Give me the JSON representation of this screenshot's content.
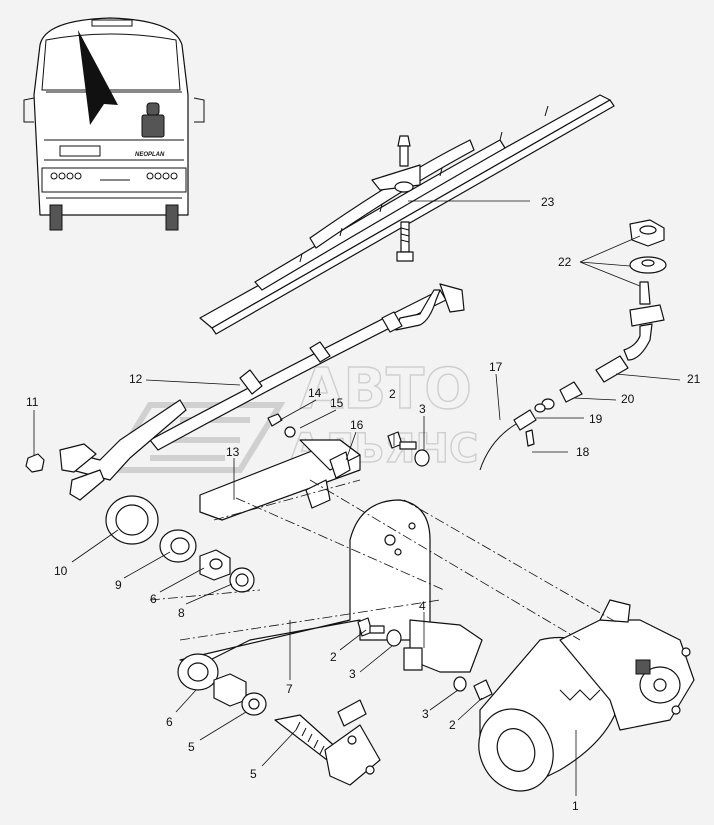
{
  "watermark": {
    "line1": "АВТО",
    "line2": "АЛЬЯНС"
  },
  "bus_logo": "NEOPLAN",
  "labels": [
    {
      "id": "23",
      "text": "23"
    },
    {
      "id": "22",
      "text": "22"
    },
    {
      "id": "21",
      "text": "21"
    },
    {
      "id": "20",
      "text": "20"
    },
    {
      "id": "19",
      "text": "19"
    },
    {
      "id": "18",
      "text": "18"
    },
    {
      "id": "17",
      "text": "17"
    },
    {
      "id": "16",
      "text": "16"
    },
    {
      "id": "15",
      "text": "15"
    },
    {
      "id": "14",
      "text": "14"
    },
    {
      "id": "13",
      "text": "13"
    },
    {
      "id": "12",
      "text": "12"
    },
    {
      "id": "11",
      "text": "11"
    },
    {
      "id": "10",
      "text": "10"
    },
    {
      "id": "9",
      "text": "9"
    },
    {
      "id": "8",
      "text": "8"
    },
    {
      "id": "7",
      "text": "7"
    },
    {
      "id": "6a",
      "text": "6"
    },
    {
      "id": "6b",
      "text": "6"
    },
    {
      "id": "5a",
      "text": "5"
    },
    {
      "id": "5b",
      "text": "5"
    },
    {
      "id": "4",
      "text": "4"
    },
    {
      "id": "3a",
      "text": "3"
    },
    {
      "id": "3b",
      "text": "3"
    },
    {
      "id": "3c",
      "text": "3"
    },
    {
      "id": "2a",
      "text": "2"
    },
    {
      "id": "2b",
      "text": "2"
    },
    {
      "id": "2c",
      "text": "2"
    },
    {
      "id": "1",
      "text": "1"
    }
  ]
}
